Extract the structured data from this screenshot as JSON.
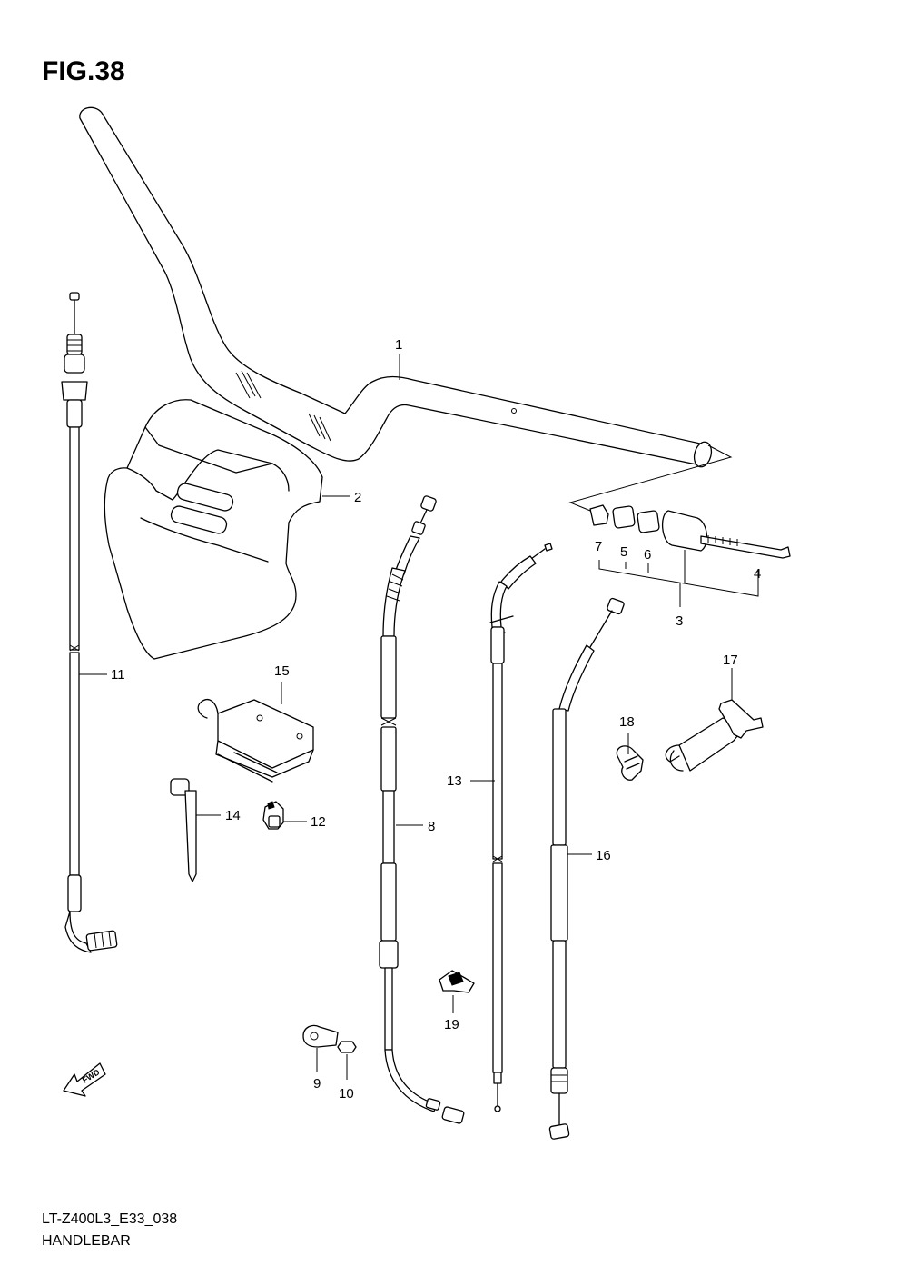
{
  "figure_title": "FIG.38",
  "diagram_code": "LT-Z400L3_E33_038",
  "diagram_name": "HANDLEBAR",
  "fwd_label": "FWD",
  "callouts": {
    "c1": "1",
    "c2": "2",
    "c3": "3",
    "c4": "4",
    "c5": "5",
    "c6": "6",
    "c7": "7",
    "c8": "8",
    "c9": "9",
    "c10": "10",
    "c11": "11",
    "c12": "12",
    "c13": "13",
    "c14": "14",
    "c15": "15",
    "c16": "16",
    "c17": "17",
    "c18": "18",
    "c19": "19"
  }
}
